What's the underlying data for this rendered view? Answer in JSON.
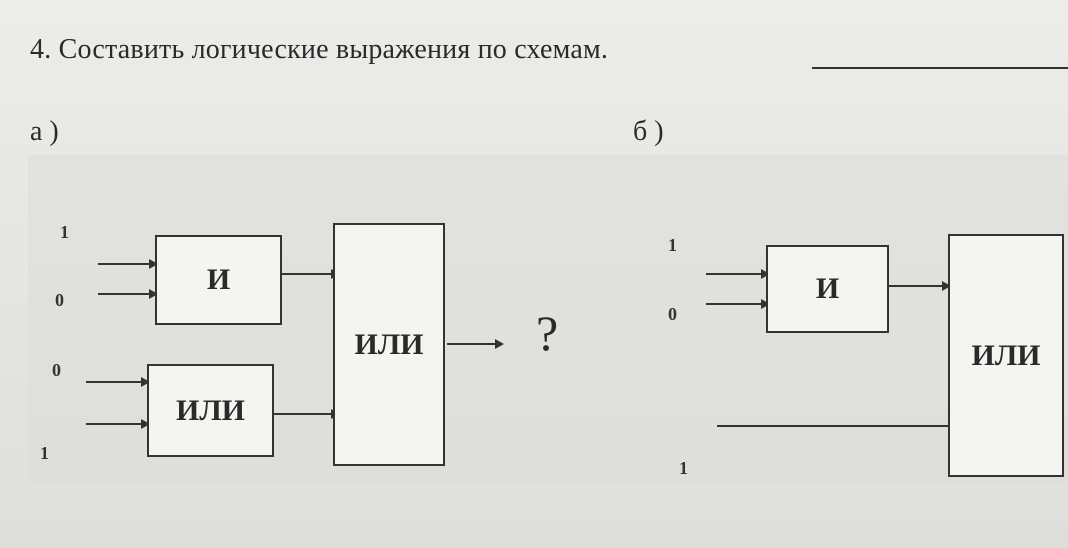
{
  "task": {
    "title": "4. Составить логические выражения по схемам."
  },
  "part_a": {
    "label": "а )",
    "gate_and": "И",
    "gate_or_small": "ИЛИ",
    "gate_or_big": "ИЛИ",
    "in1": "1",
    "in2": "0",
    "in3": "0",
    "in4": "1",
    "output": "?"
  },
  "part_b": {
    "label": "б )",
    "gate_and": "И",
    "gate_or": "ИЛИ",
    "in1": "1",
    "in2": "0",
    "in3": "1"
  }
}
